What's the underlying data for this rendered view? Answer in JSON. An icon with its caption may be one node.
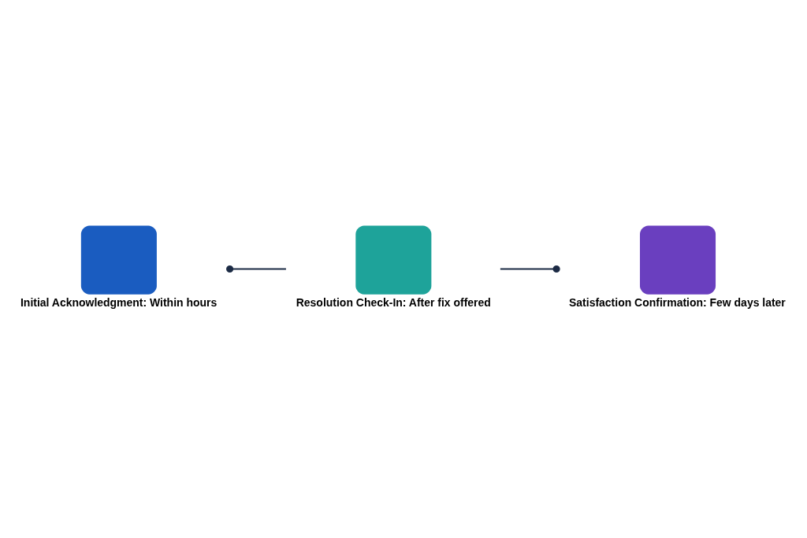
{
  "diagram": {
    "nodes": [
      {
        "text": [
          "Initial Acknowledgment: Within hours"
        ]
      },
      {
        "text": [
          "Resolution Check-In: After fix offered"
        ]
      },
      {
        "text": [
          "Satisfaction Confirmation: Few days later"
        ]
      }
    ],
    "edges": [
      {
        "from": 0,
        "to": 1,
        "arrow": "other",
        "color": "#1c2b45"
      },
      {
        "from": 1,
        "to": 2,
        "arrow": "other",
        "color": "#1c2b45"
      }
    ]
  }
}
